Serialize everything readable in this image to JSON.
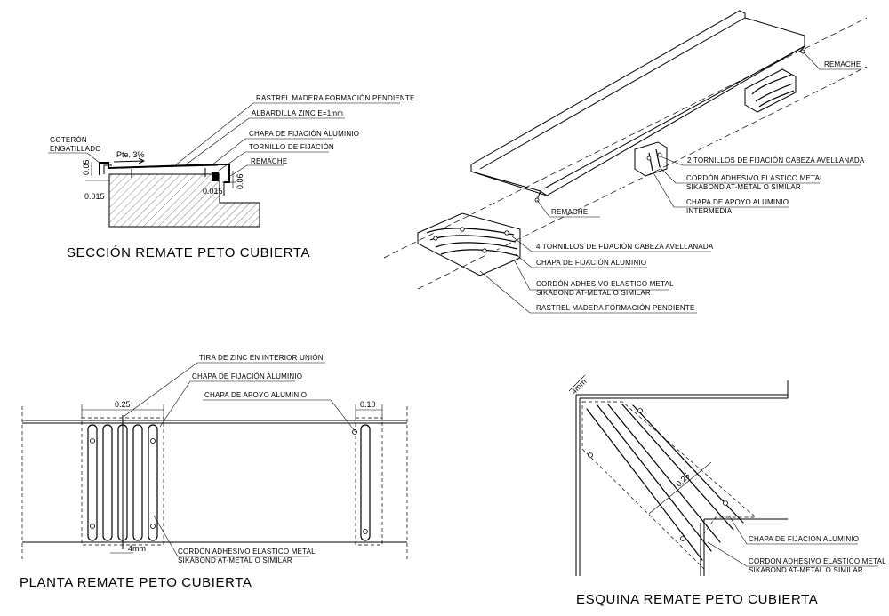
{
  "section": {
    "title": "SECCIÓN REMATE PETO CUBIERTA",
    "labels": {
      "rastrel": "RASTREL MADERA FORMACIÓN PENDIENTE",
      "albardilla": "ALBARDILLA ZINC E=1mm",
      "chapa": "CHAPA DE FIJACIÓN ALUMINIO",
      "tornillo": "TORNILLO DE FIJACIÓN",
      "remache": "REMACHE",
      "goteron_1": "GOTERÓN",
      "goteron_2": "ENGATILLADO",
      "pte": "Pte. 3%"
    },
    "dims": {
      "d005": "0.05",
      "d0015_left": "0.015",
      "d0015_right": "0.015",
      "d006": "0.06"
    }
  },
  "iso": {
    "labels": {
      "remache_top": "REMACHE",
      "remache_bottom": "REMACHE",
      "dos_tornillos": "2 TORNILLOS DE FIJACIÓN CABEZA AVELLANADA",
      "cordon_mid_1": "CORDÓN ADHESIVO ELASTICO METAL",
      "cordon_mid_2": "SIKABOND AT-METAL O SIMILAR",
      "chapa_apoyo_1": "CHAPA DE APOYO ALUMINIO",
      "chapa_apoyo_2": "INTERMEDIA",
      "cuatro_tornillos": "4 TORNILLOS DE FIJACIÓN CABEZA AVELLANADA",
      "chapa_fij": "CHAPA DE FIJACIÓN ALUMINIO",
      "cordon_low_1": "CORDÓN ADHESIVO ELASTICO METAL",
      "cordon_low_2": "SIKABOND AT-METAL O SIMILAR",
      "rastrel": "RASTREL MADERA FORMACIÓN PENDIENTE"
    }
  },
  "plan": {
    "title": "PLANTA REMATE PETO CUBIERTA",
    "labels": {
      "tira": "TIRA DE ZINC EN INTERIOR UNIÓN",
      "chapa_fij": "CHAPA DE FIJACIÓN ALUMINIO",
      "chapa_apoyo": "CHAPA DE APOYO ALUMINIO",
      "cordon_1": "CORDÓN ADHESIVO ELASTICO METAL",
      "cordon_2": "SIKABOND AT-METAL O SIMILAR"
    },
    "dims": {
      "d025": "0.25",
      "d010": "0.10",
      "d4mm": "4mm"
    }
  },
  "corner": {
    "title": "ESQUINA REMATE PETO CUBIERTA",
    "labels": {
      "chapa_fij": "CHAPA DE FIJACIÓN ALUMINIO",
      "cordon_1": "CORDÓN ADHESIVO ELASTICO METAL",
      "cordon_2": "SIKABOND AT-METAL O SIMILAR"
    },
    "dims": {
      "d4mm": "4mm",
      "d025": "0.25"
    }
  }
}
